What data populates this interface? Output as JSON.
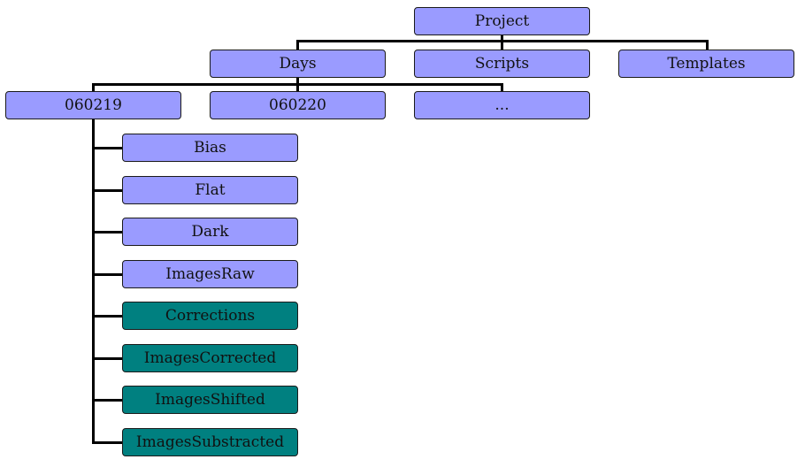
{
  "colors": {
    "folder": "#9a9bff",
    "processed": "#008080",
    "line": "#000000"
  },
  "root": {
    "label": "Project"
  },
  "level1": [
    {
      "label": "Days"
    },
    {
      "label": "Scripts"
    },
    {
      "label": "Templates"
    }
  ],
  "days": [
    {
      "label": "060219"
    },
    {
      "label": "060220"
    },
    {
      "label": "..."
    }
  ],
  "day_children": [
    {
      "label": "Bias",
      "kind": "raw"
    },
    {
      "label": "Flat",
      "kind": "raw"
    },
    {
      "label": "Dark",
      "kind": "raw"
    },
    {
      "label": "ImagesRaw",
      "kind": "raw"
    },
    {
      "label": "Corrections",
      "kind": "processed"
    },
    {
      "label": "ImagesCorrected",
      "kind": "processed"
    },
    {
      "label": "ImagesShifted",
      "kind": "processed"
    },
    {
      "label": "ImagesSubstracted",
      "kind": "processed"
    }
  ]
}
